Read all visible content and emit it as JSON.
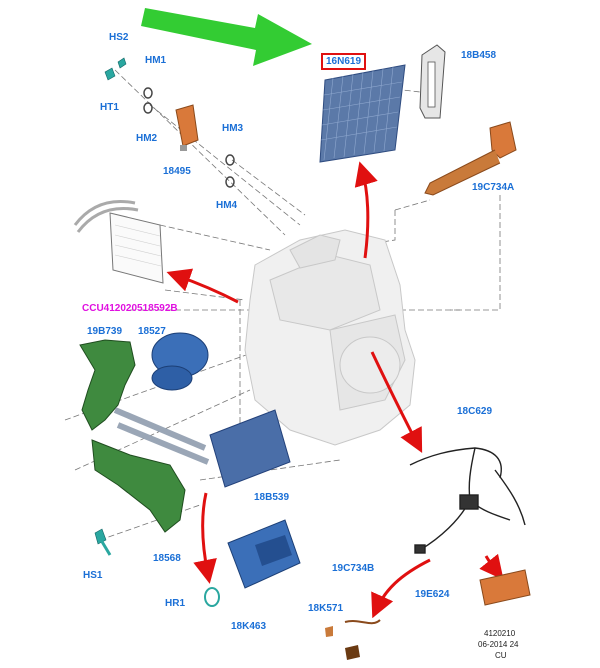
{
  "labels": {
    "hs2": "HS2",
    "hm1": "HM1",
    "ht1": "HT1",
    "hm2": "HM2",
    "part_18495": "18495",
    "hm3": "HM3",
    "hm4": "HM4",
    "part_16n619": "16N619",
    "part_18b458": "18B458",
    "part_19c734a": "19C734A",
    "ccu": "CCU412020518592B",
    "part_19b739": "19B739",
    "part_18527": "18527",
    "part_18c629": "18C629",
    "part_18b539": "18B539",
    "part_18568": "18568",
    "hs1": "HS1",
    "hr1": "HR1",
    "part_18k463": "18K463",
    "part_19c734b": "19C734B",
    "part_18k571": "18K571",
    "part_19e624": "19E624"
  },
  "footer": {
    "ref": "4120210",
    "date": "06-2014 24",
    "region": "CU"
  },
  "colors": {
    "label_blue": "#1a6fd6",
    "label_pink": "#e010e0",
    "highlight_red": "#e01010",
    "callout_arrow_green": "#33cc33",
    "arrow_red": "#e01010"
  }
}
